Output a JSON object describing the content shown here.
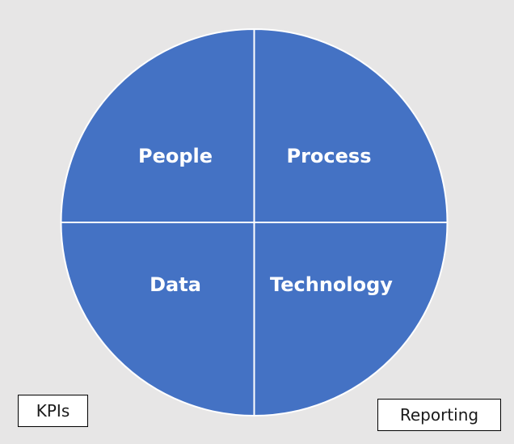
{
  "diagram": {
    "type": "quadrant-circle",
    "colors": {
      "background": "#e7e6e6",
      "fill": "#4472c4",
      "divider": "#ffffff",
      "label_text": "#ffffff",
      "box_border": "#000000",
      "box_fill": "#ffffff"
    },
    "quadrants": [
      {
        "position": "top-left",
        "label": "People"
      },
      {
        "position": "top-right",
        "label": "Process"
      },
      {
        "position": "bottom-left",
        "label": "Data"
      },
      {
        "position": "bottom-right",
        "label": "Technology"
      }
    ],
    "boxes": [
      {
        "position": "bottom-left",
        "label": "KPIs"
      },
      {
        "position": "bottom-right",
        "label": "Reporting"
      }
    ]
  }
}
